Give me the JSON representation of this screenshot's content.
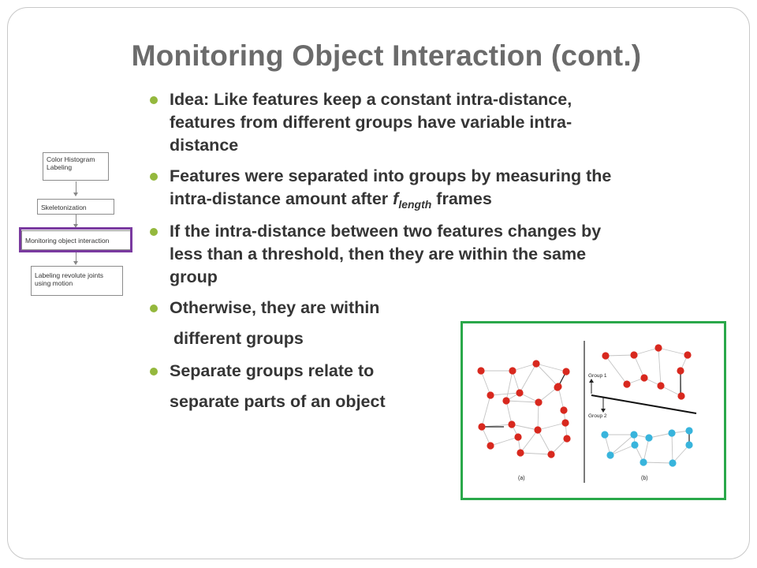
{
  "slide": {
    "title": "Monitoring Object Interaction (cont.)",
    "bullets": [
      {
        "lines": [
          "Idea: Like features keep a constant intra-distance,",
          "features from different groups have variable intra-",
          "distance"
        ]
      },
      {
        "line1": "Features were separated into groups by measuring the",
        "line2_pre": "intra-distance amount after ",
        "f": "f",
        "sub": "length",
        "line2_post": " frames"
      },
      {
        "lines": [
          "If the intra-distance between two features changes by",
          "less than a threshold, then they are within the same",
          "group"
        ]
      },
      {
        "line1": "Otherwise, they are within",
        "line2": "different groups"
      },
      {
        "line1": "Separate groups relate to",
        "line2": "separate parts of an object"
      }
    ]
  },
  "pipeline": {
    "steps": [
      "Color Histogram Labeling",
      "Skeletonization",
      "Monitoring object interaction",
      "Labeling revolute joints using motion"
    ],
    "highlight_color": "#7a3aa0"
  },
  "figure": {
    "panel_a_label": "(a)",
    "panel_b_label": "(b)",
    "group1_label": "Group 1",
    "group2_label": "Group 2",
    "colors": {
      "group1": "#d8281e",
      "group2": "#38b4dc",
      "border": "#2aa84a",
      "bullet": "#94b83d"
    }
  }
}
